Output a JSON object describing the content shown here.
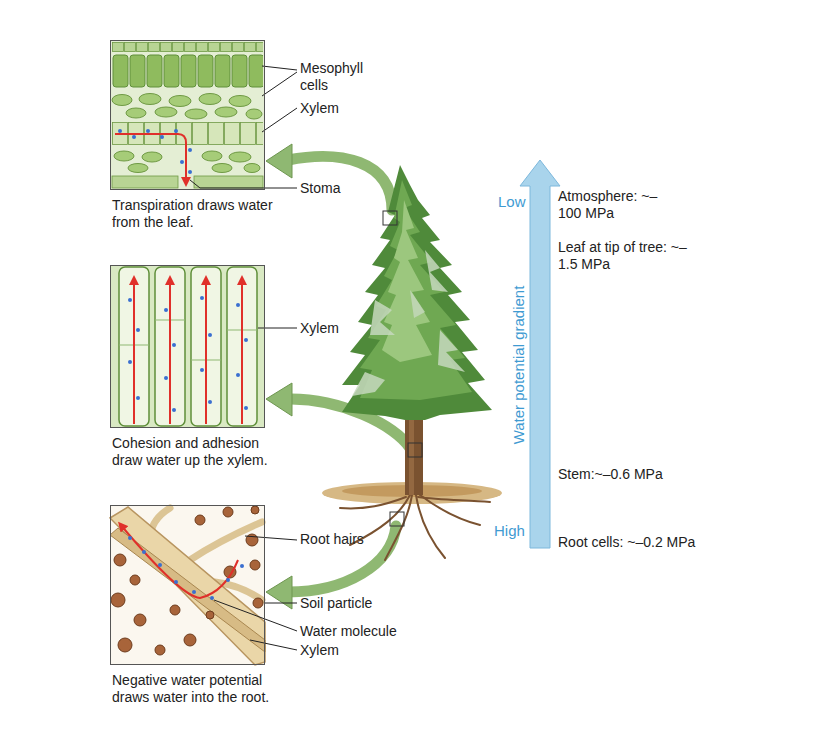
{
  "diagram": {
    "nodes": [
      {
        "text": [
          "Transpiration draws water from the leaf."
        ]
      },
      {
        "text": [
          "Cohesion and adhesion draw water up the xylem."
        ]
      },
      {
        "text": [
          "Negative water potential draws water into the root."
        ]
      },
      {
        "text": [
          "Water potential gradient"
        ]
      }
    ],
    "labels": [
      "Mesophyll cells",
      "Xylem",
      "Stoma",
      "Xylem",
      "Root hairs",
      "Soil particle",
      "Water molecule",
      "Xylem",
      "Low",
      "High",
      "Atmosphere: ~–100 MPa",
      "Leaf at tip of tree: ~–1.5 MPa",
      "Stem:~–0.6 MPa",
      "Root cells: ~–0.2 MPa"
    ]
  }
}
